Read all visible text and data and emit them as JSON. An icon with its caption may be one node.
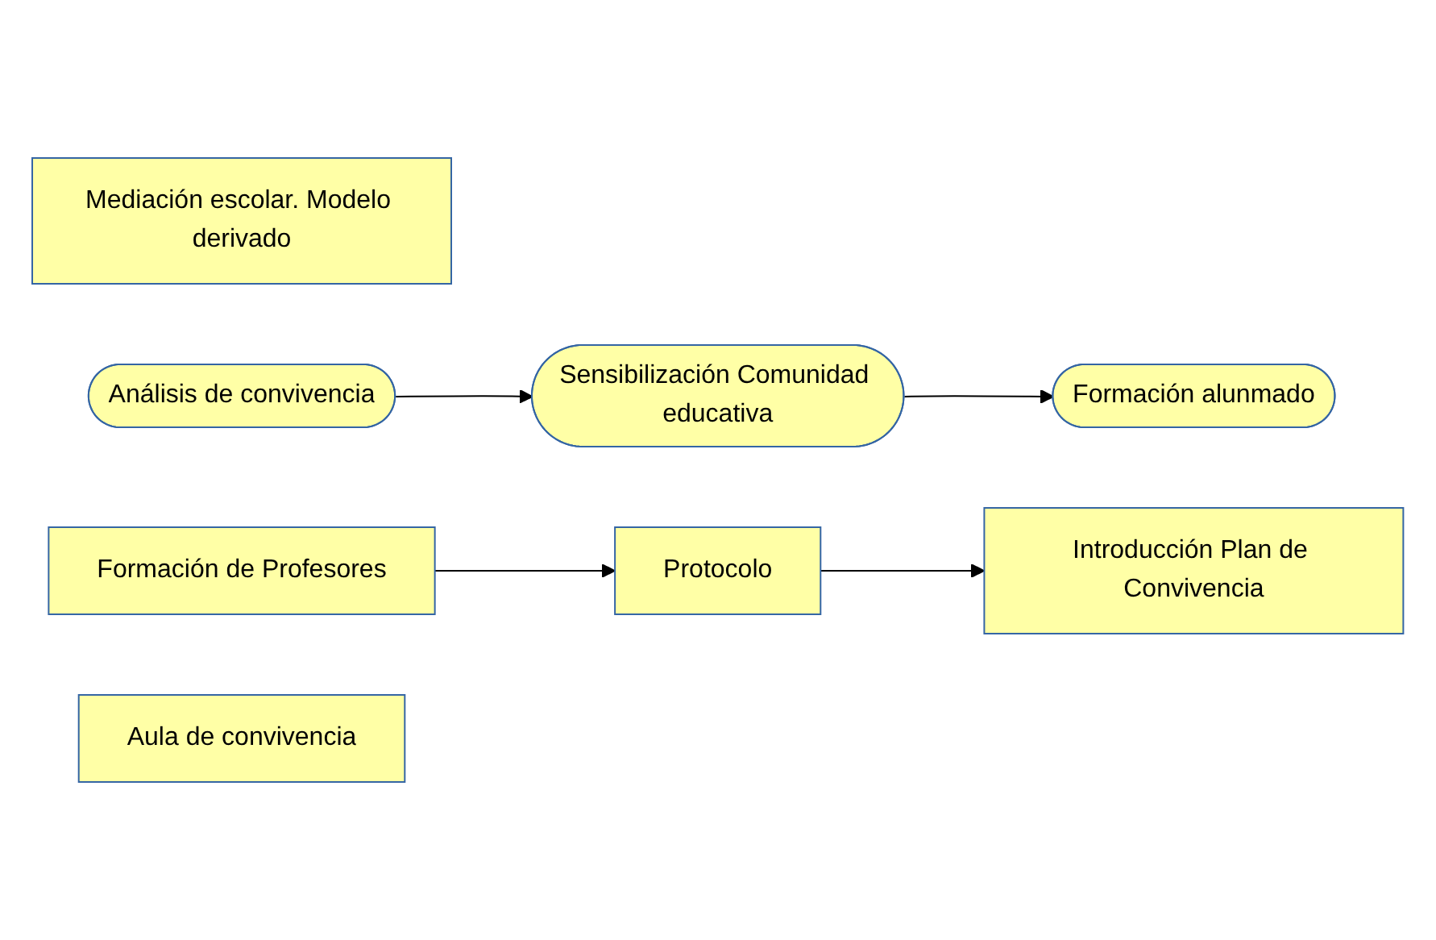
{
  "diagram": {
    "nodes": [
      {
        "text": [
          "Mediación escolar. Modelo derivado"
        ]
      },
      {
        "text": [
          "Análisis de convivencia"
        ]
      },
      {
        "text": [
          "Sensibilización Comunidad educativa"
        ]
      },
      {
        "text": [
          "Formación alunmado"
        ]
      },
      {
        "text": [
          "Formación de Profesores"
        ]
      },
      {
        "text": [
          "Protocolo"
        ]
      },
      {
        "text": [
          "Introducción Plan de Convivencia"
        ]
      },
      {
        "text": [
          "Aula de convivencia"
        ]
      }
    ],
    "edges": [
      {
        "from": 1,
        "to": 2,
        "arrow": "to"
      },
      {
        "from": 2,
        "to": 3,
        "arrow": "to"
      },
      {
        "from": 4,
        "to": 5,
        "arrow": "to"
      },
      {
        "from": 5,
        "to": 6,
        "arrow": "to"
      }
    ]
  }
}
